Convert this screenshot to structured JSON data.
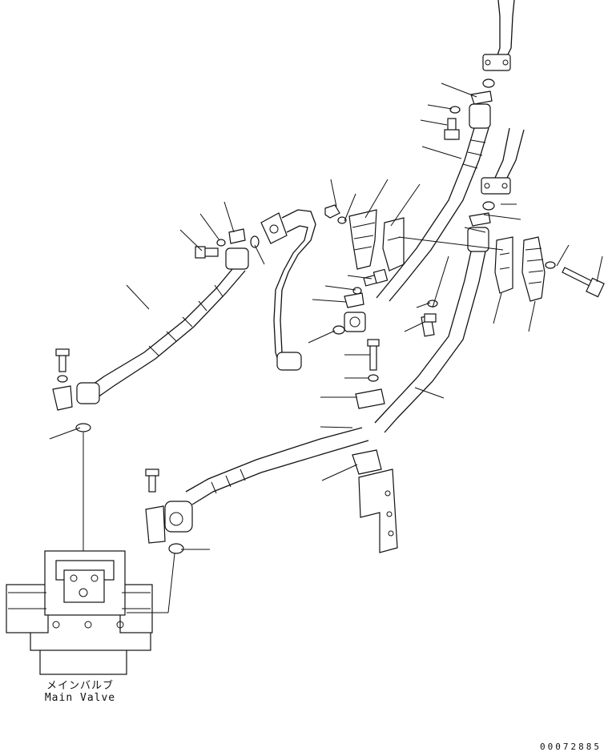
{
  "caption": {
    "japanese": "メインバルブ",
    "english": "Main Valve"
  },
  "drawing_number": "00072885",
  "icons": {
    "main_valve": "main-valve-illustration",
    "hoses": "hydraulic-hose",
    "fittings": "flange-clamp-bolt-washer-o-ring"
  }
}
